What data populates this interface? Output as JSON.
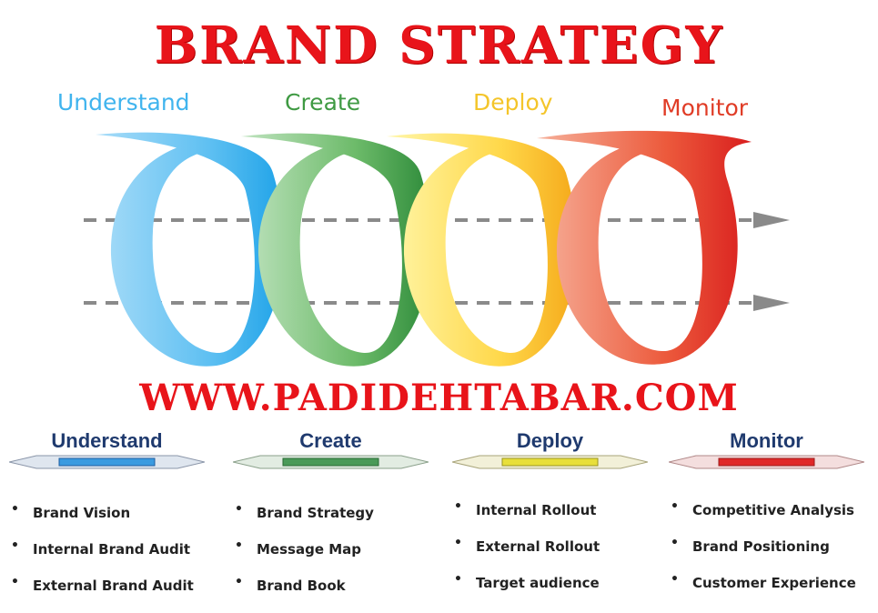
{
  "title": "BRAND STRATEGY",
  "website": "WWW.PADIDEHTABAR.COM",
  "colors": {
    "title_red": "#e8141a",
    "understand": "#40b4ee",
    "create": "#3f9a43",
    "deploy": "#f4c52a",
    "monitor": "#e03c26",
    "header_navy": "#1f3a6e"
  },
  "stages": [
    {
      "label": "Understand",
      "color": "#40b4ee"
    },
    {
      "label": "Create",
      "color": "#3f9a43"
    },
    {
      "label": "Deploy",
      "color": "#f4c52a"
    },
    {
      "label": "Monitor",
      "color": "#e03c26"
    }
  ],
  "columns": [
    {
      "header": "Understand",
      "bar_color": "#3b9be0",
      "items": [
        "Brand Vision",
        "Internal Brand Audit",
        "External Brand Audit"
      ]
    },
    {
      "header": "Create",
      "bar_color": "#4a9a58",
      "items": [
        "Brand Strategy",
        "Message Map",
        "Brand Book"
      ]
    },
    {
      "header": "Deploy",
      "bar_color": "#e8df3a",
      "items": [
        "Internal Rollout",
        "External Rollout",
        "Target audience"
      ]
    },
    {
      "header": "Monitor",
      "bar_color": "#e02828",
      "items": [
        "Competitive Analysis",
        "Brand Positioning",
        "Customer Experience"
      ]
    }
  ],
  "bullet": "•"
}
